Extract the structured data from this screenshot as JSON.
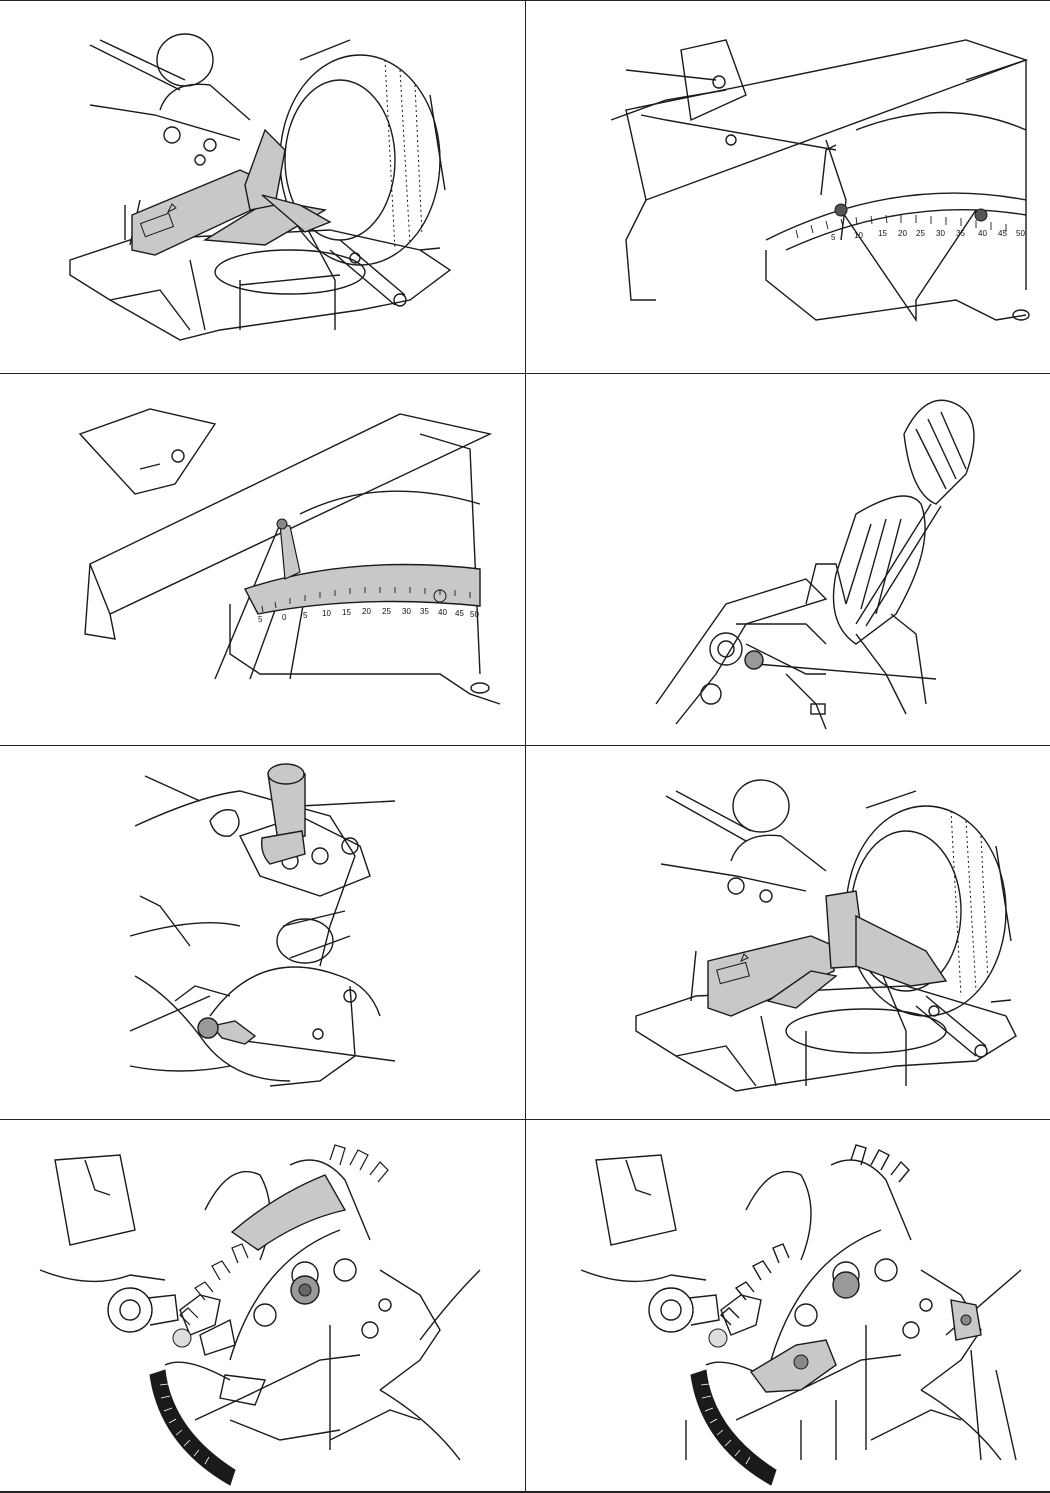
{
  "colors": {
    "line": "#1a1a1a",
    "highlight": "#c8c8c8",
    "paper": "#ffffff"
  },
  "panels": [
    {
      "id": "p1",
      "icon": "miter-saw-side-guard-icon"
    },
    {
      "id": "p2",
      "icon": "miter-table-scale-screws-icon",
      "scale_numbers": [
        "5",
        "10",
        "15",
        "20",
        "25",
        "30",
        "35",
        "40",
        "45",
        "50"
      ]
    },
    {
      "id": "p3",
      "icon": "miter-scale-pointer-icon",
      "scale_numbers": [
        "5",
        "0",
        "5",
        "10",
        "15",
        "20",
        "25",
        "30",
        "35",
        "40",
        "45",
        "50"
      ]
    },
    {
      "id": "p4",
      "icon": "screwdriver-adjustment-icon"
    },
    {
      "id": "p5",
      "icon": "clamp-knob-detail-icon"
    },
    {
      "id": "p6",
      "icon": "miter-saw-side-guard-alt-icon"
    },
    {
      "id": "p7",
      "icon": "bevel-scale-detail-icon"
    },
    {
      "id": "p8",
      "icon": "bevel-stop-detail-icon"
    }
  ]
}
